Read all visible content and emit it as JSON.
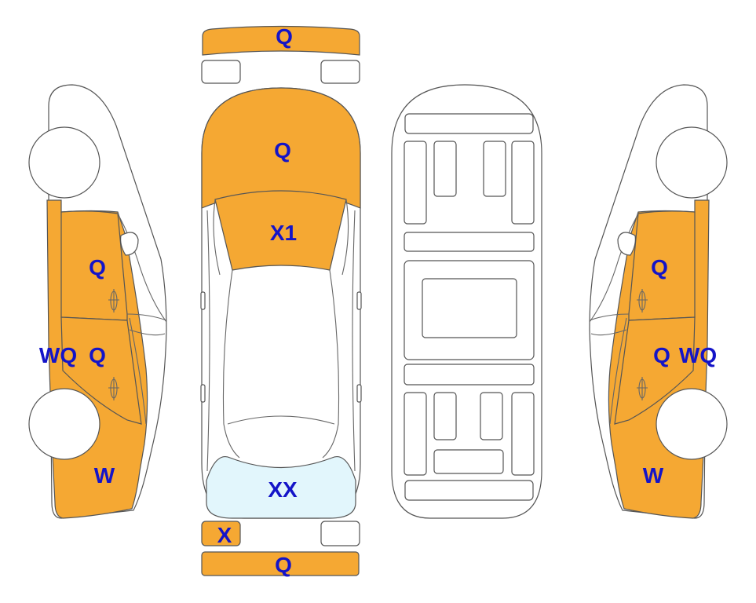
{
  "colors": {
    "damaged": "#F5A833",
    "glass_damaged": "#E2F6FC",
    "clean": "#FFFFFF",
    "outline": "#555555",
    "label": "#1414C8"
  },
  "labels": {
    "front_bumper": "Q",
    "hood": "Q",
    "windshield": "X1",
    "rear_window": "XX",
    "rear_left_lamp": "X",
    "rear_bumper": "Q",
    "left_front_door": "Q",
    "left_rear_door": "Q",
    "left_pillar": "WQ",
    "left_quarter": "W",
    "right_front_door": "Q",
    "right_rear_door": "Q",
    "right_pillar": "WQ",
    "right_quarter": "W"
  }
}
